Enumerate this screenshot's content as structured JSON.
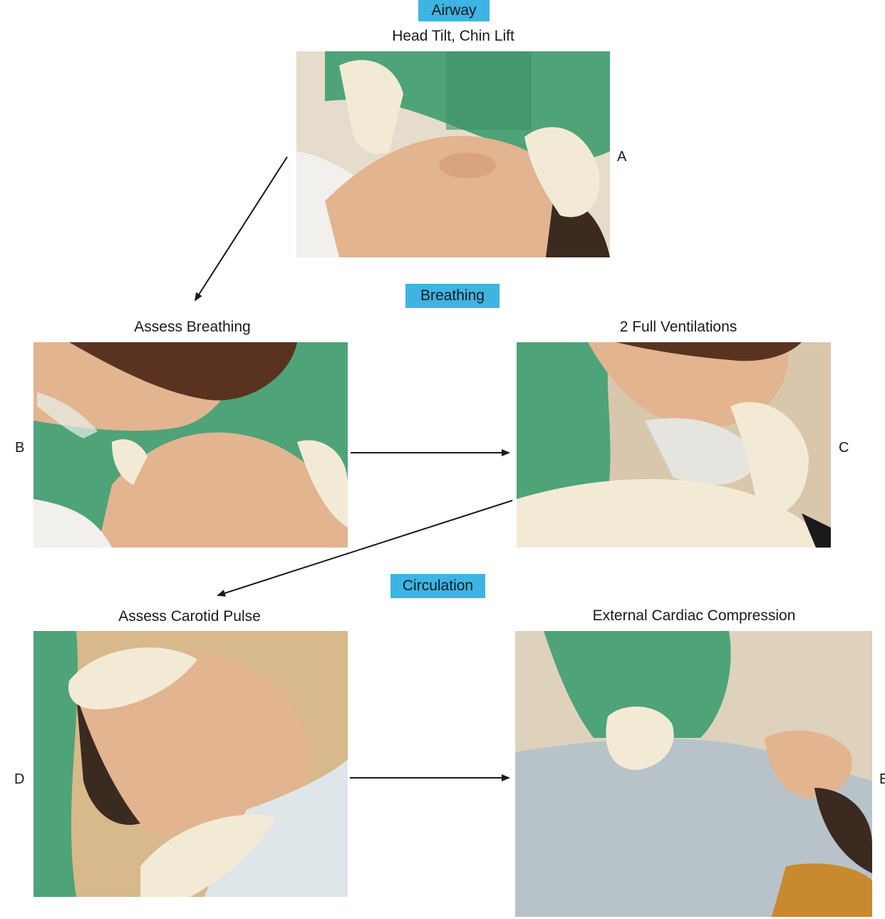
{
  "sections": {
    "airway": "Airway",
    "breathing": "Breathing",
    "circulation": "Circulation"
  },
  "steps": [
    {
      "letter": "A",
      "caption": "Head Tilt, Chin Lift"
    },
    {
      "letter": "B",
      "caption": "Assess Breathing"
    },
    {
      "letter": "C",
      "caption": "2 Full Ventilations"
    },
    {
      "letter": "D",
      "caption": "Assess Carotid Pulse"
    },
    {
      "letter": "E",
      "caption": "External Cardiac Compression"
    }
  ],
  "colors": {
    "badge": "#3db4e2",
    "gown": "#4fa378",
    "skin": "#e2b48f",
    "glove": "#f3ead6"
  }
}
